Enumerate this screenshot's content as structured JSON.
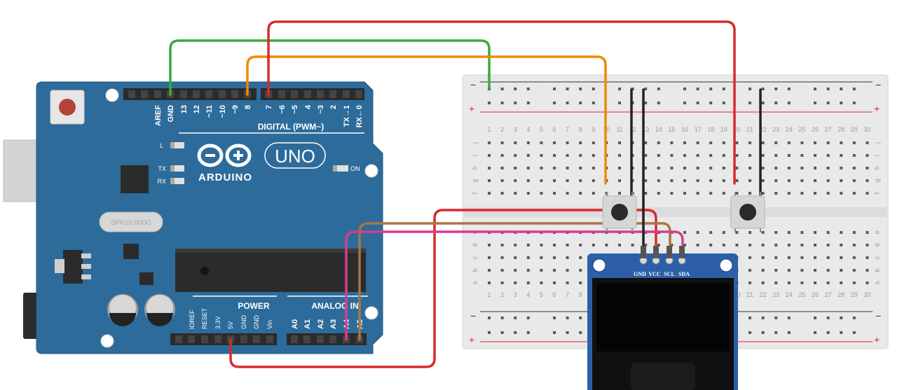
{
  "arduino": {
    "brand": "ARDUINO",
    "model": "UNO",
    "crystal": "SPK16.000G",
    "digital_header": "DIGITAL (PWM~)",
    "power_header": "POWER",
    "analog_header": "ANALOG IN",
    "on_label": "ON",
    "led_l": "L",
    "led_tx": "TX",
    "led_rx": "RX",
    "digital_pins": [
      "AREF",
      "GND",
      "13",
      "12",
      "~11",
      "~10",
      "~9",
      "8",
      "7",
      "~6",
      "~5",
      "4",
      "~3",
      "2",
      "TX→1",
      "RX←0"
    ],
    "power_pins": [
      "IOREF",
      "RESET",
      "3.3V",
      "5V",
      "GND",
      "GND",
      "Vin"
    ],
    "analog_pins": [
      "A0",
      "A1",
      "A2",
      "A3",
      "A4",
      "A5"
    ]
  },
  "breadboard": {
    "columns": [
      "1",
      "2",
      "3",
      "4",
      "5",
      "6",
      "7",
      "8",
      "9",
      "10",
      "11",
      "12",
      "13",
      "14",
      "15",
      "16",
      "17",
      "18",
      "19",
      "20",
      "21",
      "22",
      "23",
      "24",
      "25",
      "26",
      "27",
      "28",
      "29",
      "30"
    ],
    "rows_top": [
      "j",
      "i",
      "h",
      "g",
      "f"
    ],
    "rows_bottom": [
      "e",
      "d",
      "c",
      "b",
      "a"
    ],
    "rail_minus": "−",
    "rail_plus": "+"
  },
  "oled": {
    "pins": [
      "GND",
      "VCC",
      "SCL",
      "SDA"
    ]
  },
  "colors": {
    "board": "#2d6b9a",
    "wire_green": "#3aaa3a",
    "wire_orange": "#f08a00",
    "wire_red": "#d92b2b",
    "wire_brown": "#a97446",
    "wire_pink": "#d63d8f",
    "wire_black": "#222222"
  }
}
